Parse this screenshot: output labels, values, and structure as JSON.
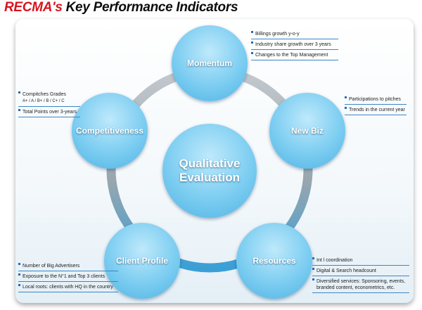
{
  "title": {
    "brand": "RECMA's",
    "rest": " Key Performance Indicators"
  },
  "center": {
    "line1": "Qualitative",
    "line2": "Evaluation"
  },
  "nodes": {
    "momentum": "Momentum",
    "newbiz": "New Biz",
    "resources": "Resources",
    "client_profile": "Client Profile",
    "competitiveness": "Competitiveness"
  },
  "callouts": {
    "momentum": [
      "Billings growth y-o-y",
      "Industry share growth over 3 years",
      "Changes to the Top Management"
    ],
    "newbiz": [
      "Participations to pitches",
      "Trends in the current year"
    ],
    "resources": [
      "Int l coordination",
      "Digital & Search headcount",
      "Diversified services: Sponsoring, events,",
      "branded content, econometrics, etc."
    ],
    "client_profile": [
      "Number of Big Advertisers",
      "Exposure to the N°1 and Top 3 clients",
      "Local roots: clients with HQ in the country"
    ],
    "competitiveness": {
      "line1": "Compitches Grades",
      "grades": "A+ / A / B+ / B / C+ / C",
      "line2": "Total Points over 3-years"
    }
  },
  "colors": {
    "brand_red": "#d8141e",
    "node_blue": "#7ccdf1",
    "ring_grey": "#a9b4bc",
    "ring_blue": "#3b9fd6",
    "rule_blue": "#3b86c4"
  }
}
